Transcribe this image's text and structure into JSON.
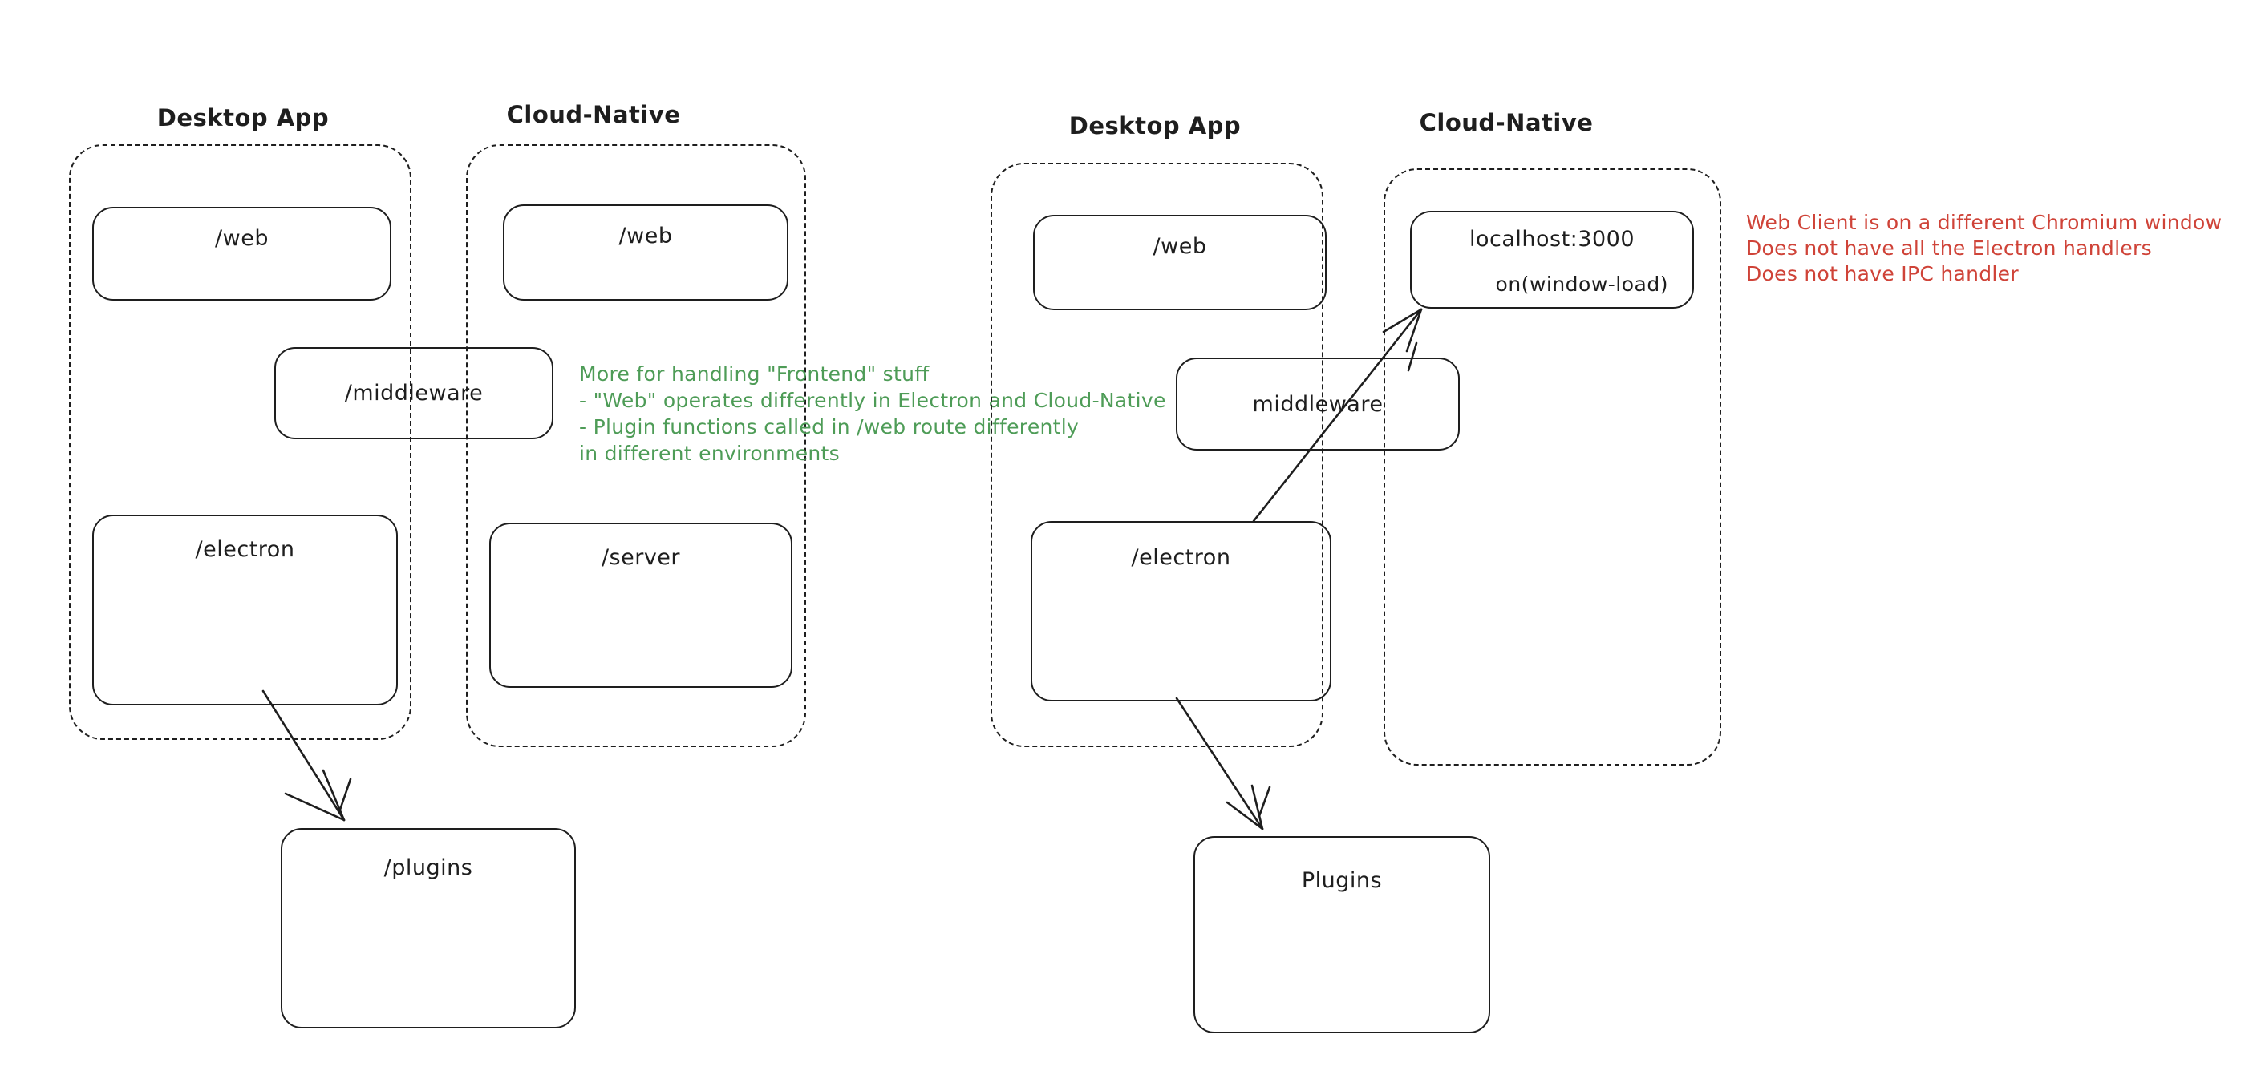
{
  "colors": {
    "ink": "#1e1e1e",
    "green_note": "#4e9c57",
    "red_accent": "#cf4338",
    "background": "#ffffff"
  },
  "left_diagram": {
    "desktop_title": "Desktop App",
    "cloud_title": "Cloud-Native",
    "web_desktop_label": "/web",
    "web_cloud_label": "/web",
    "middleware_label": "/middleware",
    "electron_label": "/electron",
    "server_label": "/server",
    "plugins_label": "/plugins",
    "green_note": {
      "line1": "More for handling \"Frontend\" stuff",
      "line2": "- \"Web\" operates differently in Electron and Cloud-Native",
      "line3": "- Plugin functions called in /web route differently",
      "line4": "in different environments"
    }
  },
  "right_diagram": {
    "desktop_title": "Desktop App",
    "cloud_title": "Cloud-Native",
    "web_label": "/web",
    "localhost_label": "localhost:3000",
    "on_window_load_label": "on(window-load)",
    "middleware_label": "middleware",
    "electron_label": "/electron",
    "plugins_label": "Plugins",
    "red_note": {
      "line1": "Web Client is on a different Chromium window",
      "line2": "Does not have all the Electron handlers",
      "line3": "Does not have IPC handler"
    }
  }
}
